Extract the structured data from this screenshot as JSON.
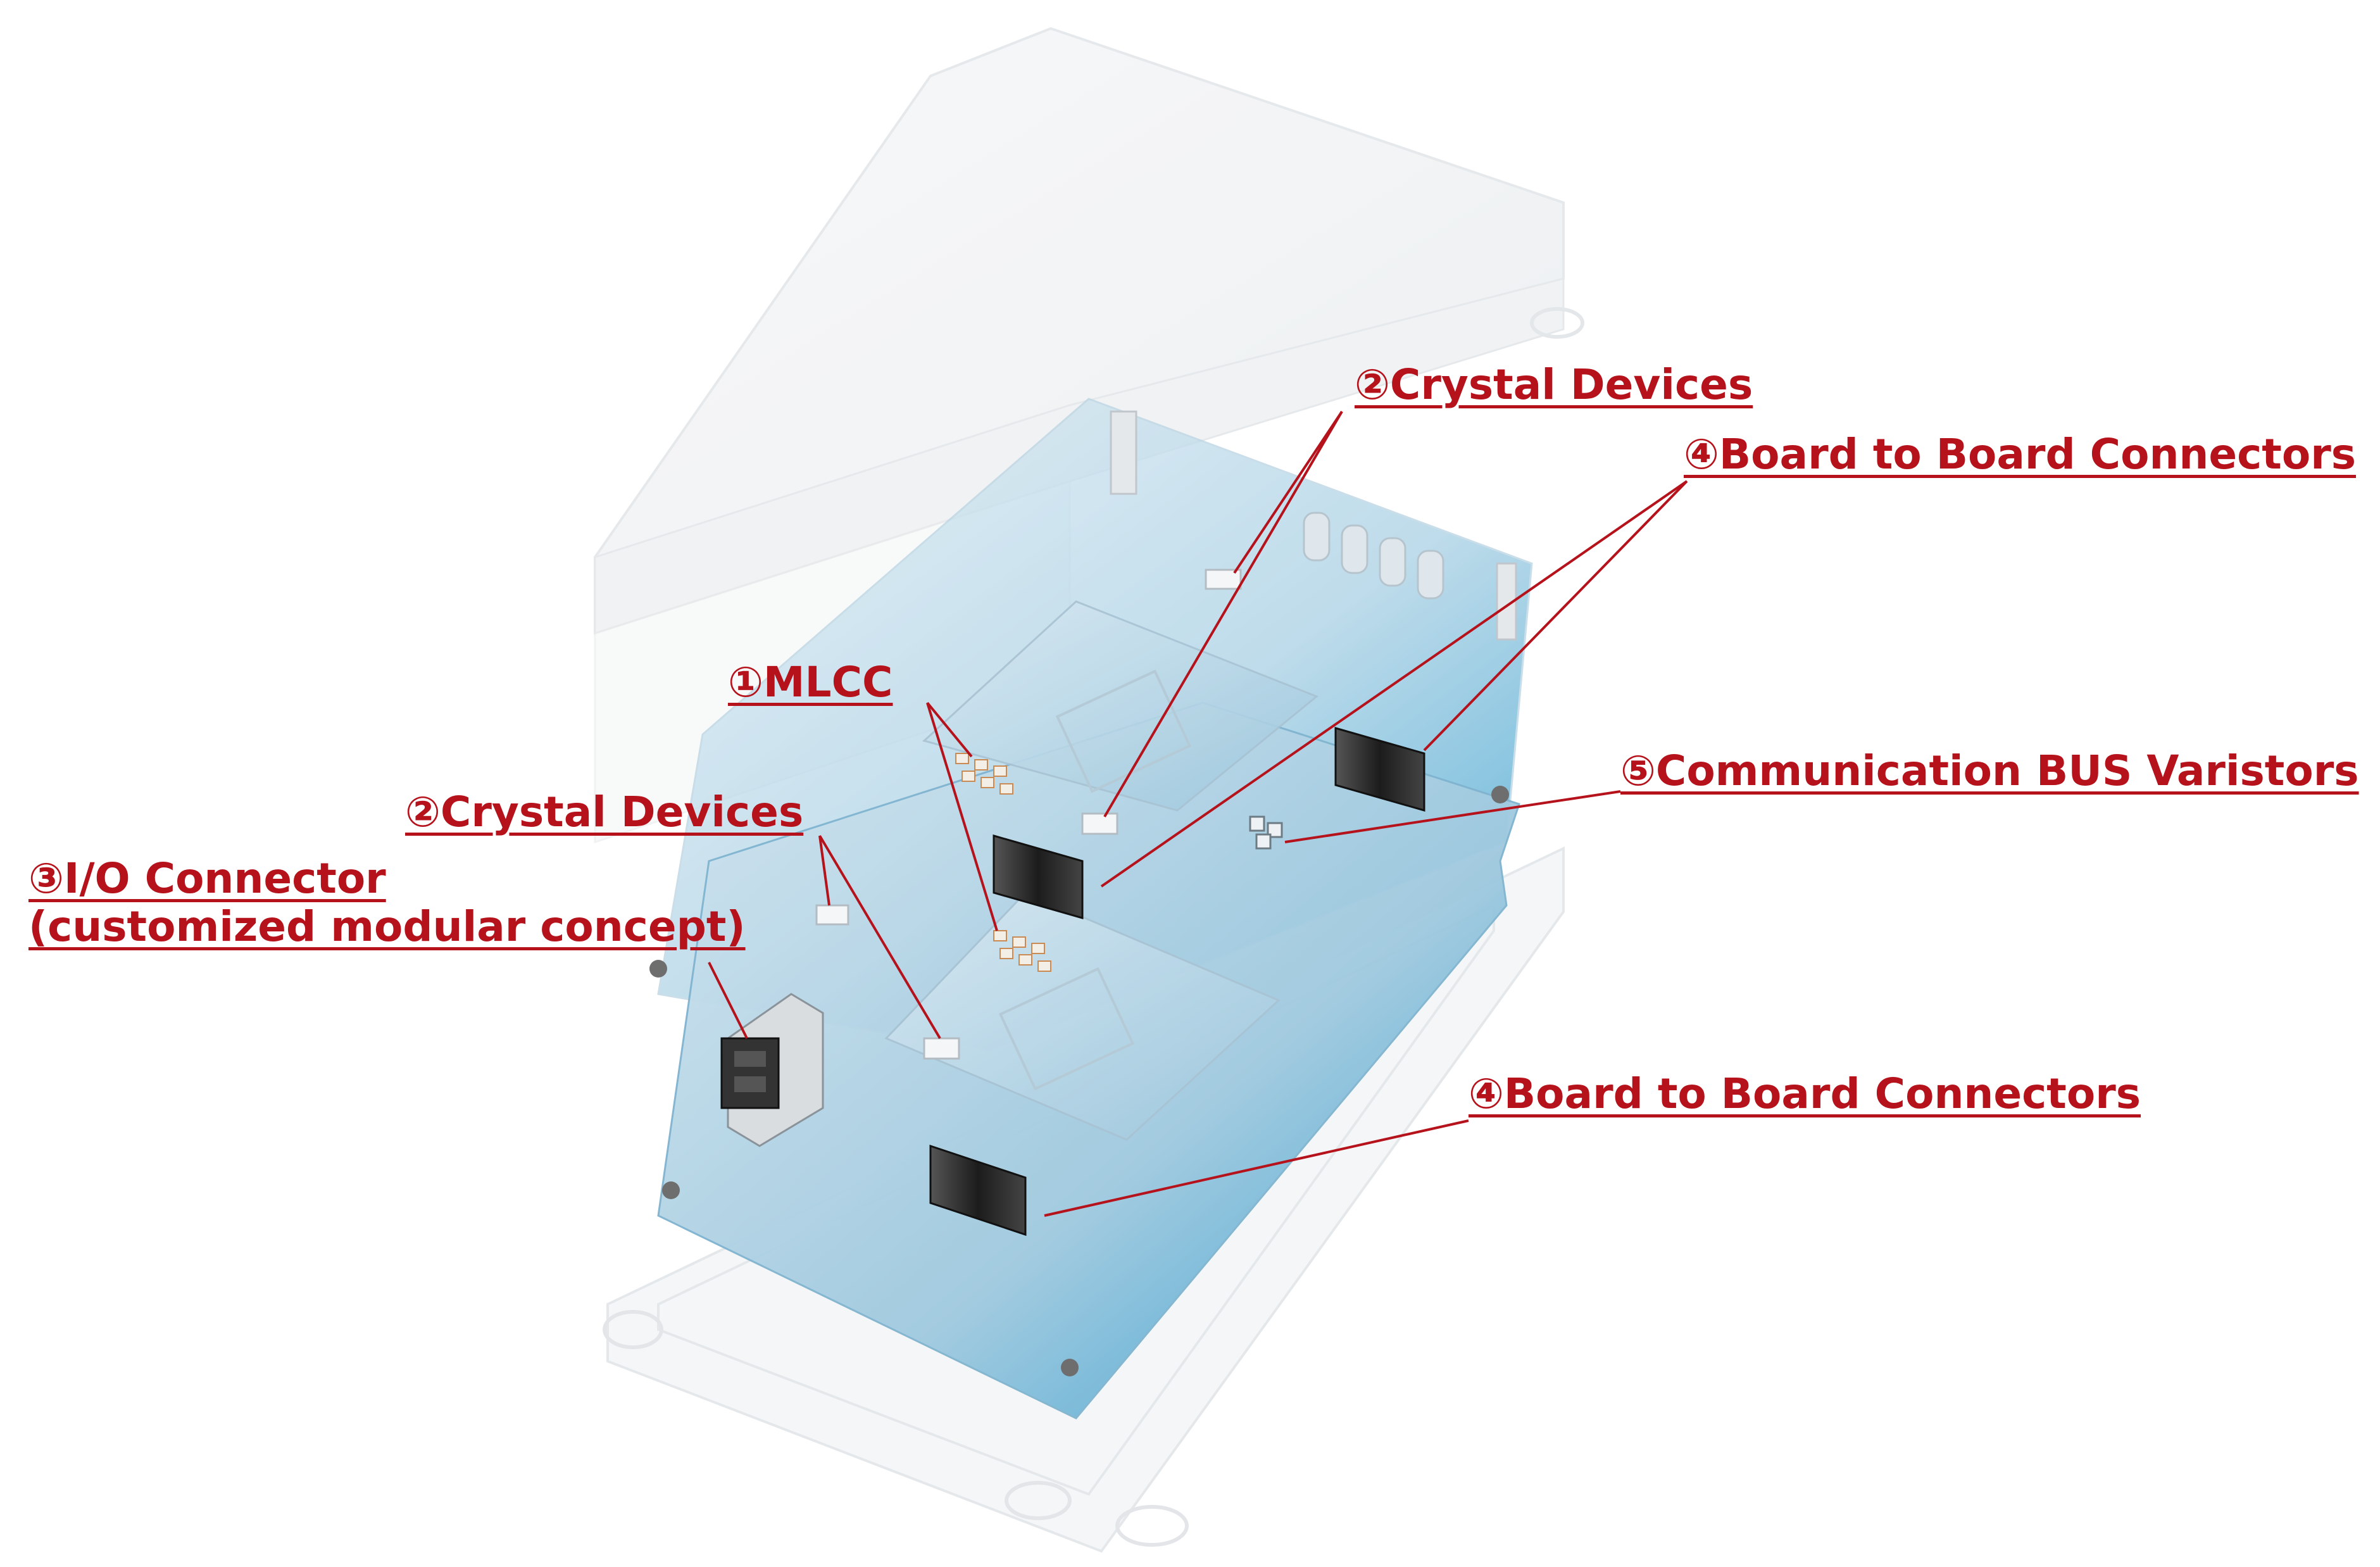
{
  "colors": {
    "callout": "#b5121b",
    "pcb_light": "#bcd9e8",
    "pcb_dark": "#1a8fc4",
    "housing": "#f2f4f6",
    "connector": "#2b2b2b"
  },
  "callouts": {
    "mlcc": "①MLCC",
    "crystal_top": "②Crystal Devices",
    "crystal_left": "②Crystal Devices",
    "io_connector_line1": "③I/O Connector",
    "io_connector_line2": "(customized modular concept)",
    "b2b_top": "④Board to Board Connectors",
    "b2b_bottom": "④Board to Board Connectors",
    "varistors": "⑤Communication BUS Varistors"
  }
}
